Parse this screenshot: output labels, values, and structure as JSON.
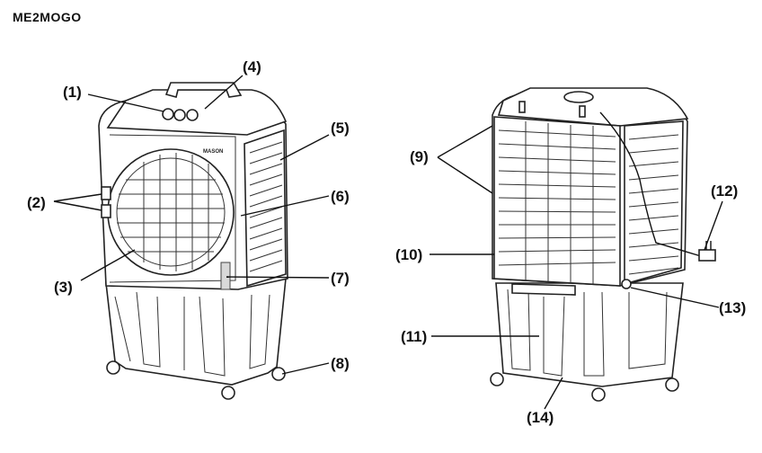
{
  "title": "ME2MOGO",
  "brand_mark": "MASON",
  "callouts": {
    "c1": "(1)",
    "c2": "(2)",
    "c3": "(3)",
    "c4": "(4)",
    "c5": "(5)",
    "c6": "(6)",
    "c7": "(7)",
    "c8": "(8)",
    "c9": "(9)",
    "c10": "(10)",
    "c11": "(11)",
    "c12": "(12)",
    "c13": "(13)",
    "c14": "(14)"
  }
}
